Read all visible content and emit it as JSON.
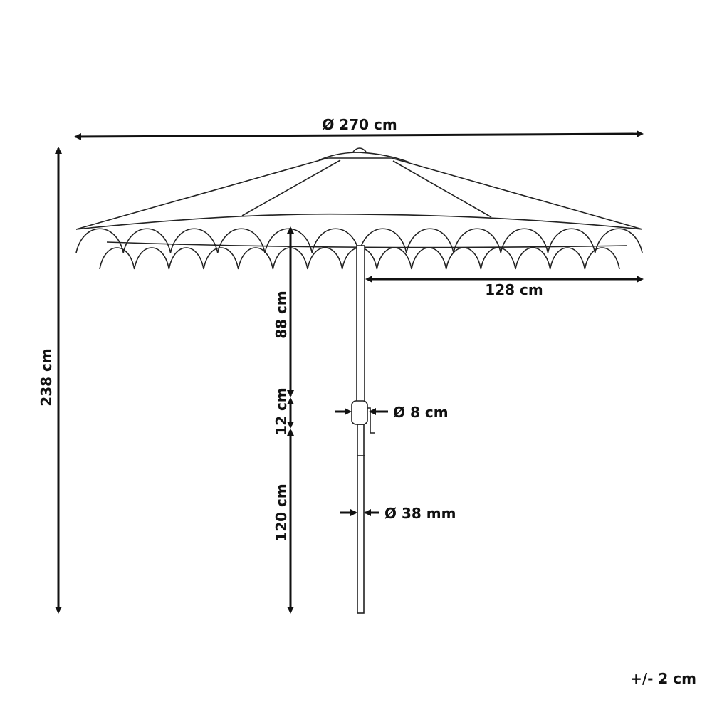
{
  "dimensions": {
    "diameter": "Ø 270 cm",
    "total_height": "238 cm",
    "radius_span": "128 cm",
    "canopy_clearance": "88 cm",
    "crank_section": "12 cm",
    "lower_pole": "120 cm",
    "crank_diameter": "Ø 8 cm",
    "pole_diameter": "Ø 38 mm"
  },
  "tolerance": "+/- 2 cm",
  "colors": {
    "line": "#222222",
    "background": "#ffffff"
  }
}
